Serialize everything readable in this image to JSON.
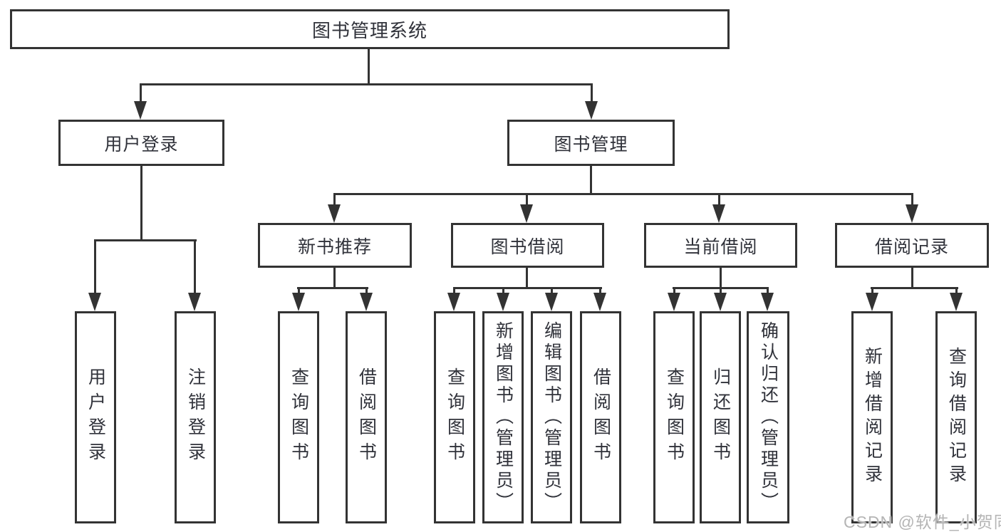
{
  "diagram": {
    "title": "图书管理系统",
    "root": {
      "label": "图书管理系统"
    },
    "level2": [
      {
        "label": "用户登录",
        "children": [
          {
            "label": "用户登录"
          },
          {
            "label": "注销登录"
          }
        ]
      },
      {
        "label": "图书管理"
      }
    ],
    "level3": [
      {
        "label": "新书推荐",
        "children": [
          {
            "label": "查询图书"
          },
          {
            "label": "借阅图书"
          }
        ]
      },
      {
        "label": "图书借阅",
        "children": [
          {
            "label": "查询图书"
          },
          {
            "label": "新增图书（管理员）"
          },
          {
            "label": "编辑图书（管理员）"
          },
          {
            "label": "借阅图书"
          }
        ]
      },
      {
        "label": "当前借阅",
        "children": [
          {
            "label": "查询图书"
          },
          {
            "label": "归还图书"
          },
          {
            "label": "确认归还（管理员）"
          }
        ]
      },
      {
        "label": "借阅记录",
        "children": [
          {
            "label": "新增借阅记录"
          },
          {
            "label": "查询借阅记录"
          }
        ]
      }
    ]
  },
  "watermark": {
    "text": "CSDN @软件_小贺同学"
  },
  "colors": {
    "line": "#333333",
    "text": "#30323a",
    "watermark": "#b5b5b5",
    "background": "#ffffff"
  }
}
